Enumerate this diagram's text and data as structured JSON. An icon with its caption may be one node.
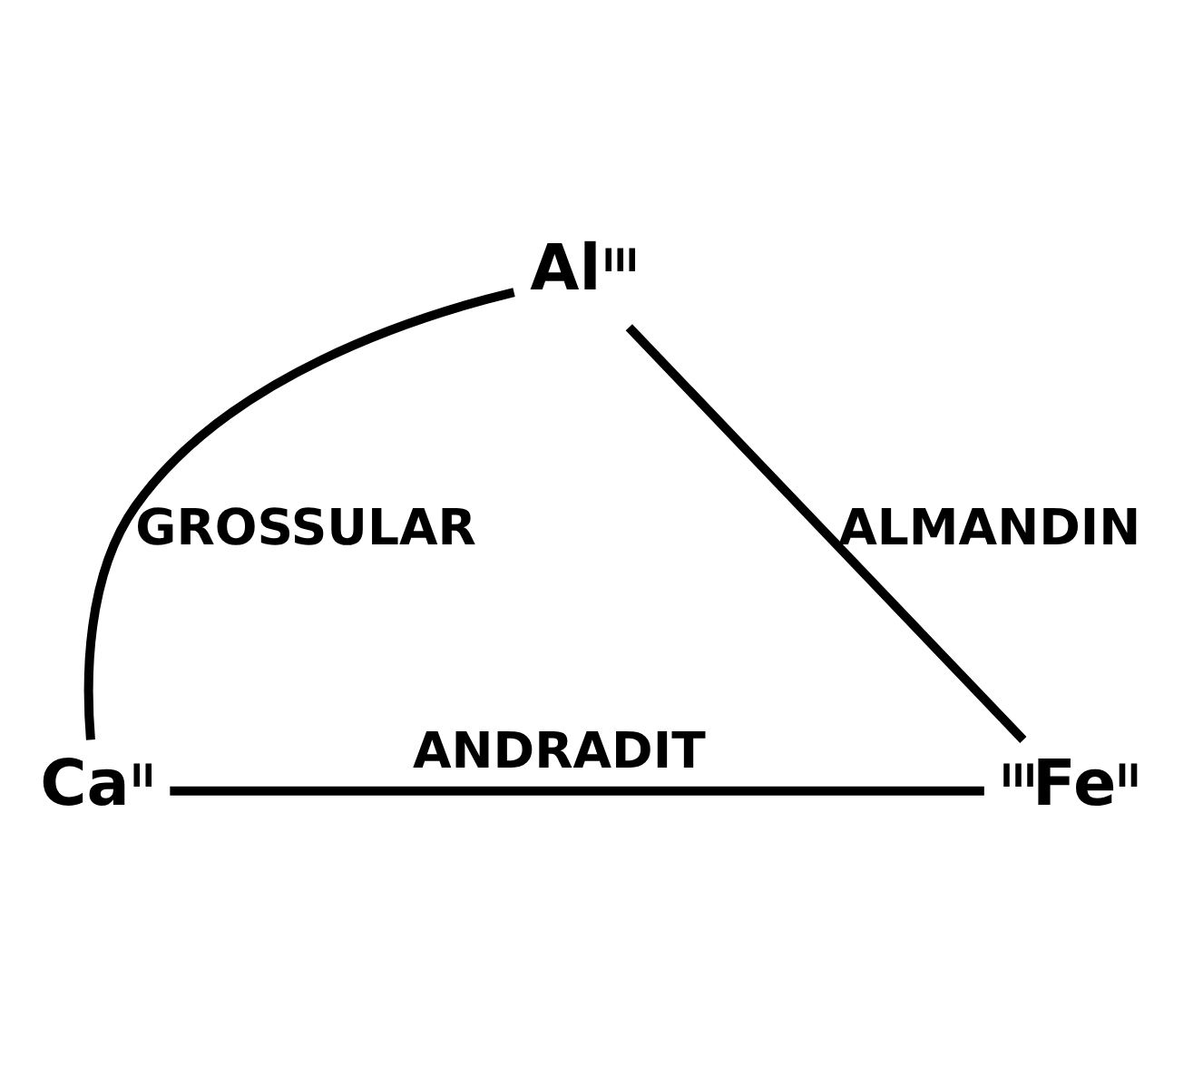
{
  "diagram": {
    "nodes": [
      {
        "text": [
          "Al$^{III}$"
        ]
      },
      {
        "text": [
          "Ca$^{II}$"
        ]
      },
      {
        "text": [
          "$^{III}$Fe$^{II}$"
        ]
      }
    ],
    "edges": [
      {
        "from": 0,
        "to": 1,
        "arrow": "none",
        "label": "GROSSULAR"
      },
      {
        "from": 0,
        "to": 2,
        "arrow": "none",
        "label": "ALMANDIN"
      },
      {
        "from": 1,
        "to": 2,
        "arrow": "none",
        "label": "ANDRADIT"
      }
    ]
  }
}
